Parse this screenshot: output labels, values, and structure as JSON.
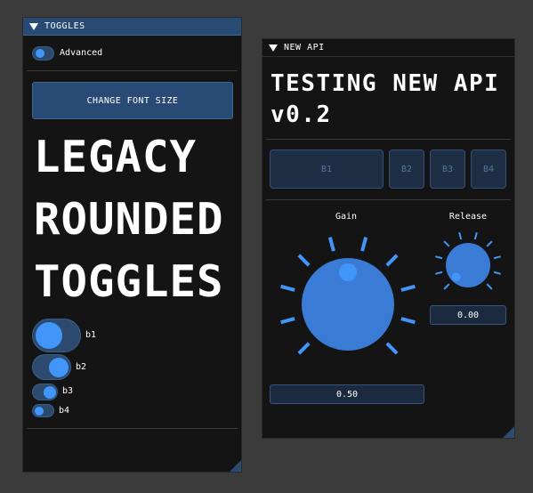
{
  "toggles_window": {
    "title": "TOGGLES",
    "advanced_label": "Advanced",
    "advanced_on": false,
    "change_font_button": "CHANGE FONT SIZE",
    "big_text": [
      "LEGACY",
      "ROUNDED",
      "TOGGLES"
    ],
    "toggle_items": [
      {
        "label": "b1",
        "on": false
      },
      {
        "label": "b2",
        "on": true
      },
      {
        "label": "b3",
        "on": true
      },
      {
        "label": "b4",
        "on": false
      }
    ]
  },
  "api_window": {
    "title": "NEW API",
    "heading_line1": "TESTING NEW API",
    "heading_line2": "v0.2",
    "buttons": [
      "B1",
      "B2",
      "B3",
      "B4"
    ],
    "gain": {
      "label": "Gain",
      "value": "0.50",
      "fraction": 0.5
    },
    "release": {
      "label": "Release",
      "value": "0.00",
      "fraction": 0.0
    }
  },
  "colors": {
    "accent": "#4296fa",
    "knob_fill": "#3a7bd5",
    "title_active": "#284a73",
    "window_bg": "#141414",
    "desktop_bg": "#3b3b3b"
  }
}
